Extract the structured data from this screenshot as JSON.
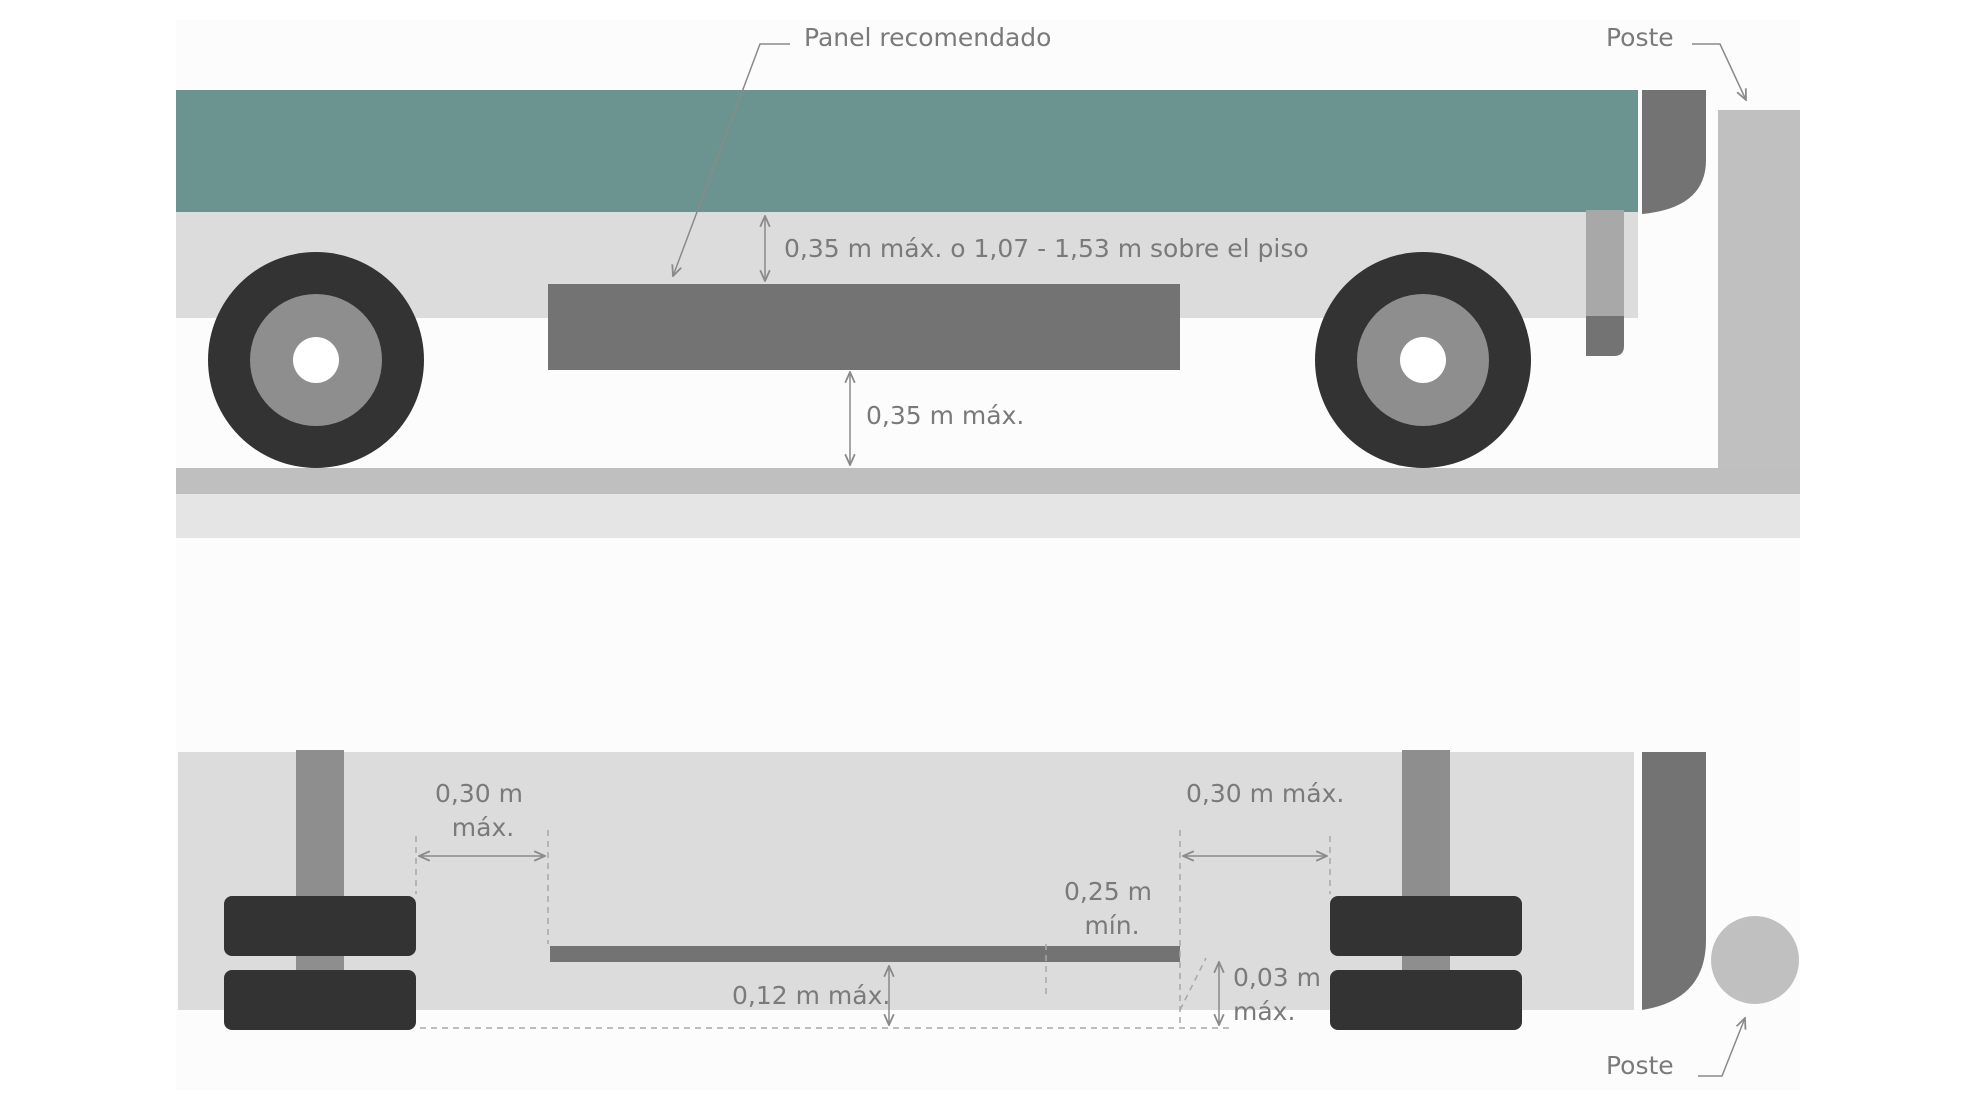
{
  "labels": {
    "panel_recommended": "Panel recomendado",
    "post_top": "Poste",
    "post_bottom": "Poste",
    "side_panel_height": "0,35 m máx. o 1,07 - 1,53 m sobre el piso",
    "side_panel_ground": "0,35 m máx.",
    "top_left_gap_line1": "0,30 m",
    "top_left_gap_line2": "máx.",
    "top_right_gap": "0,30 m máx.",
    "top_panel_width_line1": "0,25 m",
    "top_panel_width_line2": "mín.",
    "top_panel_offset": "0,12 m máx.",
    "top_edge_gap_line1": "0,03 m",
    "top_edge_gap_line2": "máx."
  },
  "colors": {
    "bus_body": "#6b9491",
    "chassis": "#dcdcdc",
    "panel": "#737373",
    "tire": "#333333",
    "hub": "#8e8e8e",
    "post": "#c0c0c0",
    "ground": "#bfbfbf",
    "label_text": "#7a7a7a"
  }
}
